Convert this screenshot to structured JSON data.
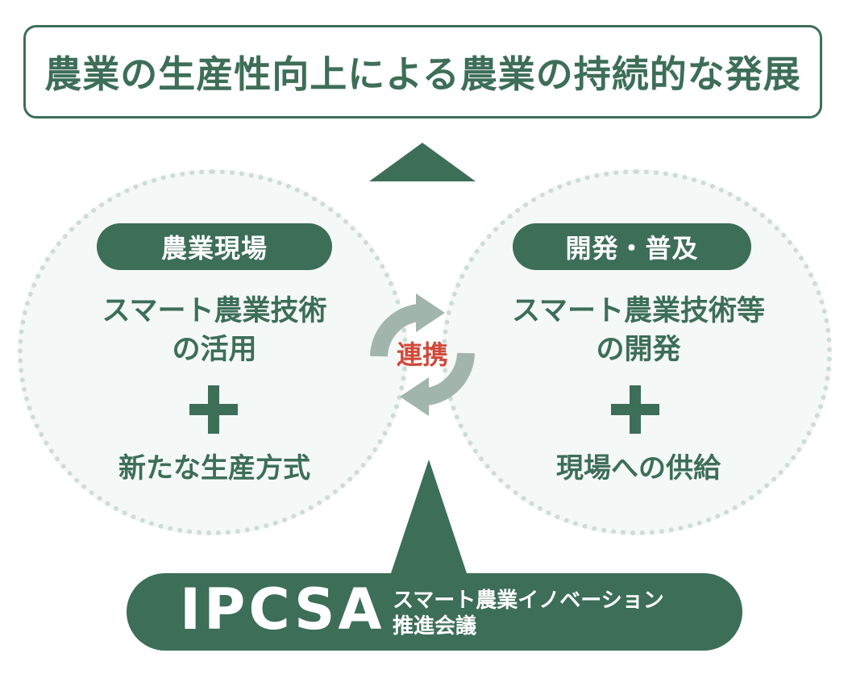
{
  "title": "農業の生産性向上による農業の持続的な発展",
  "left": {
    "header": "農業現場",
    "line1": "スマート農業技術",
    "line2": "の活用",
    "plus": "+",
    "line3": "新たな生産方式"
  },
  "right": {
    "header": "開発・普及",
    "line1": "スマート農業技術等",
    "line2": "の開発",
    "plus": "+",
    "line3": "現場への供給"
  },
  "center": {
    "label": "連携"
  },
  "bottom": {
    "acronym": "IPCSA",
    "name_line1": "スマート農業イノベーション",
    "name_line2": "推進会議"
  },
  "colors": {
    "primary_green": "#3d6e58",
    "cycle_gray": "#a2b5ad",
    "accent_red": "#d04a3c",
    "circle_fill": "#f0f6f3",
    "circle_border": "#cfdcd6"
  }
}
